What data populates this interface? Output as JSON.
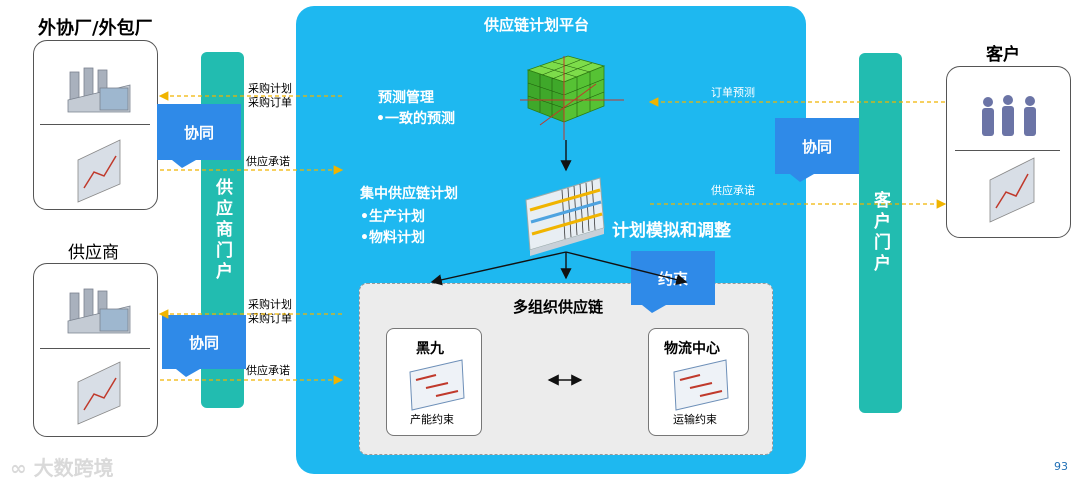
{
  "left_top": {
    "title": "外协厂/外包厂"
  },
  "left_bottom": {
    "title": "供应商"
  },
  "supplier_portal": {
    "label": "供应商门户"
  },
  "customer": {
    "title": "客户"
  },
  "customer_portal": {
    "label": "客户门户"
  },
  "platform": {
    "title": "供应链计划平台",
    "forecast": {
      "title": "预测管理",
      "bullet": "•一致的预测"
    },
    "central": {
      "title": "集中供应链计划",
      "items": [
        "•生产计划",
        "•物料计划"
      ]
    },
    "simulation": "计划模拟和调整",
    "constraint": "约束",
    "multi_org": {
      "title": "多组织供应链",
      "left": {
        "title": "黑九",
        "caption": "产能约束"
      },
      "right": {
        "title": "物流中心",
        "caption": "运输约束"
      }
    }
  },
  "flows": {
    "top_purchase": [
      "采购计划",
      "采购订单"
    ],
    "top_commit": "供应承诺",
    "bottom_purchase": [
      "采购计划",
      "采购订单"
    ],
    "bottom_commit": "供应承诺",
    "order_forecast": "订单预测",
    "customer_commit": "供应承诺"
  },
  "collab": {
    "top": "协同",
    "bottom": "协同",
    "right": "协同"
  },
  "footer": {
    "watermark": "大数跨境",
    "page_number": "93"
  },
  "colors": {
    "platform": "#1eb8f0",
    "portal": "#22bcb0",
    "callout": "#2f8ae8",
    "arrow": "#f0b400"
  }
}
